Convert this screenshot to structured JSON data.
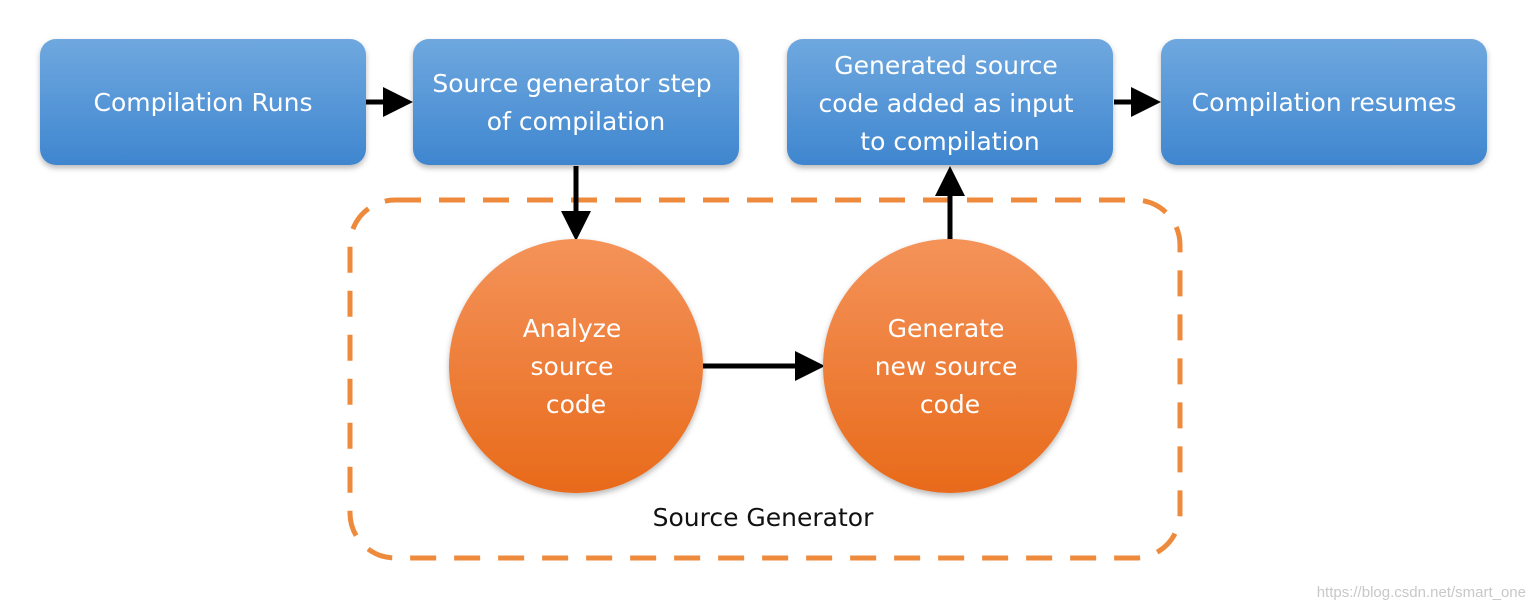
{
  "diagram": {
    "boxes": [
      {
        "id": "compilation-runs",
        "lines": [
          "Compilation Runs"
        ]
      },
      {
        "id": "source-generator-step",
        "lines": [
          "Source generator step",
          "of compilation"
        ]
      },
      {
        "id": "generated-source-added",
        "lines": [
          "Generated source",
          "code added as input",
          "to compilation"
        ]
      },
      {
        "id": "compilation-resumes",
        "lines": [
          "Compilation resumes"
        ]
      }
    ],
    "circles": [
      {
        "id": "analyze-source-code",
        "lines": [
          "Analyze",
          "source",
          "code"
        ]
      },
      {
        "id": "generate-new-source-code",
        "lines": [
          "Generate",
          "new source",
          "code"
        ]
      }
    ],
    "group_label": "Source Generator",
    "colors": {
      "box_top": "#6fa8df",
      "box_bottom": "#3f86cf",
      "circle_top": "#f4935a",
      "circle_bottom": "#e86a1a",
      "dashed_border": "#ee8a3c",
      "arrow": "#000000"
    }
  },
  "watermark": "https://blog.csdn.net/smart_one"
}
